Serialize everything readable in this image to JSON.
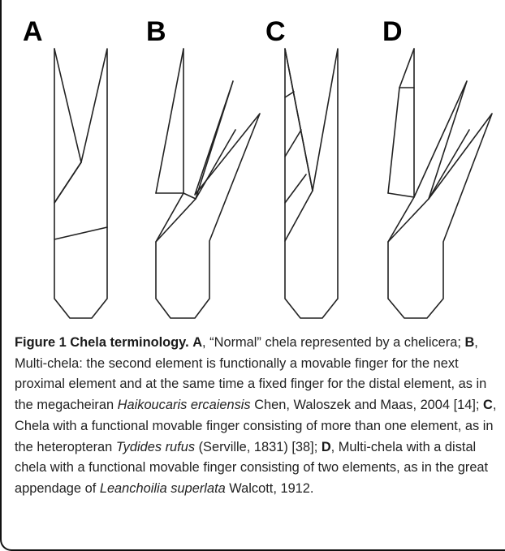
{
  "figure": {
    "panel_letters": [
      "A",
      "B",
      "C",
      "D"
    ]
  },
  "caption": {
    "label": "Figure 1 Chela terminology.",
    "a_letter": "A",
    "a_text": ", “Normal” chela represented by a chelicera; ",
    "b_letter": "B",
    "b_text": ", Multi-chela: the second element is functionally a movable finger for the next proximal element and at the same time a fixed finger for the distal element, as in the megacheiran ",
    "b_taxon": "Haikoucaris ercaiensis",
    "b_authority": " Chen, Waloszek and Maas, 2004 [14]; ",
    "c_letter": "C",
    "c_text": ", Chela with a functional movable finger consisting of more than one element, as in the heteropteran ",
    "c_taxon": "Tydides rufus",
    "c_authority": " (Serville, 1831) [38]; ",
    "d_letter": "D",
    "d_text": ", Multi-chela with a distal chela with a functional movable finger consisting of two elements, as in the great appendage of ",
    "d_taxon": "Leanchoilia superlata",
    "d_authority": " Walcott, 1912."
  }
}
